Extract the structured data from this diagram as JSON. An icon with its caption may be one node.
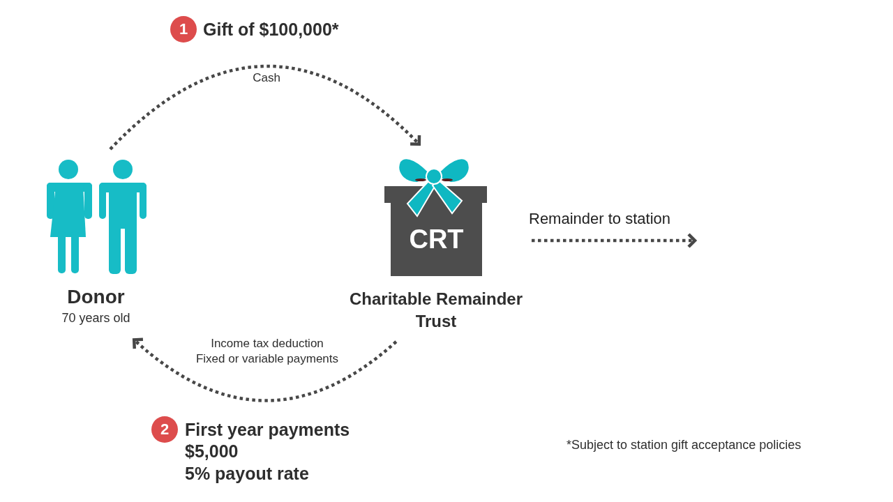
{
  "diagram": {
    "nodes": [
      {
        "text": [
          "Donor",
          "70 years old"
        ]
      },
      {
        "text": [
          "CRT",
          "Charitable Remainder Trust"
        ]
      }
    ],
    "edges": [
      {
        "from": 0,
        "to": 1,
        "arrow": "to",
        "label": "Cash",
        "style": "dashed"
      },
      {
        "from": 1,
        "to": 0,
        "arrow": "to",
        "label": "Income tax deduction Fixed or variable payments",
        "style": "dashed"
      },
      {
        "from": 1,
        "to": null,
        "arrow": "to",
        "label": "Remainder to station",
        "style": "dashed"
      }
    ],
    "labels": [
      "1",
      "Gift of $100,000*",
      "2",
      "First year payments",
      "$5,000",
      "5% payout rate",
      "*Subject to station gift acceptance policies"
    ]
  }
}
